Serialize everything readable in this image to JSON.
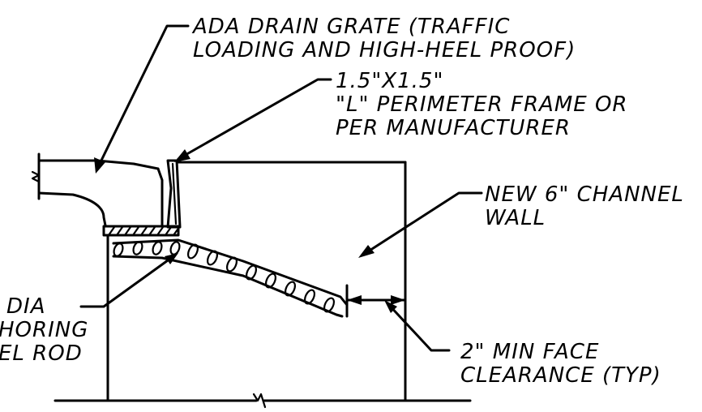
{
  "labels": {
    "grate_line1": "ADA DRAIN GRATE  (TRAFFIC",
    "grate_line2": "LOADING AND HIGH-HEEL PROOF)",
    "frame_line1": "1.5\"X1.5\"",
    "frame_line2": "\"L\" PERIMETER FRAME OR",
    "frame_line3": "PER MANUFACTURER",
    "wall_line1": "NEW 6\" CHANNEL",
    "wall_line2": "WALL",
    "rod_line1": "DIA",
    "rod_line2": "HORING",
    "rod_line3": "EL ROD",
    "clear_line1": "2\" MIN FACE",
    "clear_line2": "CLEARANCE (TYP)"
  }
}
